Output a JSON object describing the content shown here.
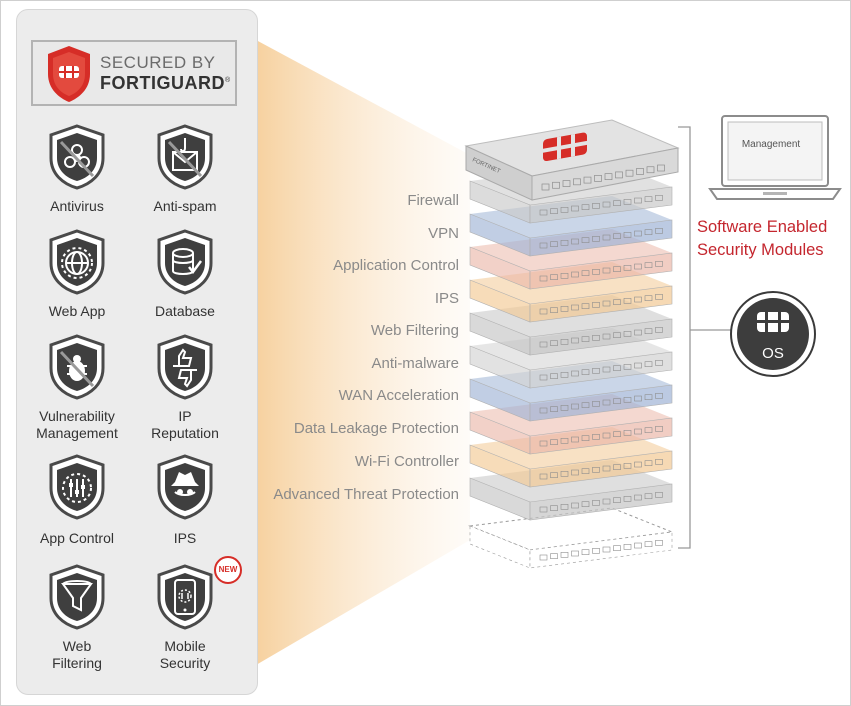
{
  "badge": {
    "line1": "SECURED BY",
    "line2": "FORTIGUARD",
    "mark": "®",
    "icon": "fortinet-shield-icon"
  },
  "modules": [
    {
      "label": "Antivirus",
      "icon": "biohazard-icon"
    },
    {
      "label": "Anti-spam",
      "icon": "spam-hook-icon"
    },
    {
      "label": "Web App",
      "icon": "web-gear-icon"
    },
    {
      "label": "Database",
      "icon": "database-icon"
    },
    {
      "label": "Vulnerability\nManagement",
      "icon": "bug-icon"
    },
    {
      "label": "IP\nReputation",
      "icon": "thumbs-icon"
    },
    {
      "label": "App Control",
      "icon": "sliders-icon"
    },
    {
      "label": "IPS",
      "icon": "spy-icon"
    },
    {
      "label": "Web\nFiltering",
      "icon": "funnel-icon"
    },
    {
      "label": "Mobile\nSecurity",
      "icon": "mobile-icon"
    }
  ],
  "new_badge": "NEW",
  "layers": [
    {
      "label": "Firewall",
      "color": "#c9c9c9"
    },
    {
      "label": "VPN",
      "color": "#9fb4d6"
    },
    {
      "label": "Application Control",
      "color": "#ebb8aa"
    },
    {
      "label": "IPS",
      "color": "#f2c994"
    },
    {
      "label": "Web Filtering",
      "color": "#c4c4c4"
    },
    {
      "label": "Anti-malware",
      "color": "#d2d2d2"
    },
    {
      "label": "WAN Acceleration",
      "color": "#9fb4d6"
    },
    {
      "label": "Data Leakage Protection",
      "color": "#ebb8aa"
    },
    {
      "label": "Wi-Fi Controller",
      "color": "#f2c994"
    },
    {
      "label": "Advanced Threat Protection",
      "color": "#c4c4c4"
    }
  ],
  "device": {
    "brand": "FORTINET"
  },
  "management": "Management",
  "software_enabled": {
    "line1": "Software Enabled",
    "line2": "Security Modules"
  },
  "os": "OS",
  "colors": {
    "brand_red": "#d62d27",
    "accent_red": "#c4262e",
    "beam": "#f7d9b3"
  }
}
